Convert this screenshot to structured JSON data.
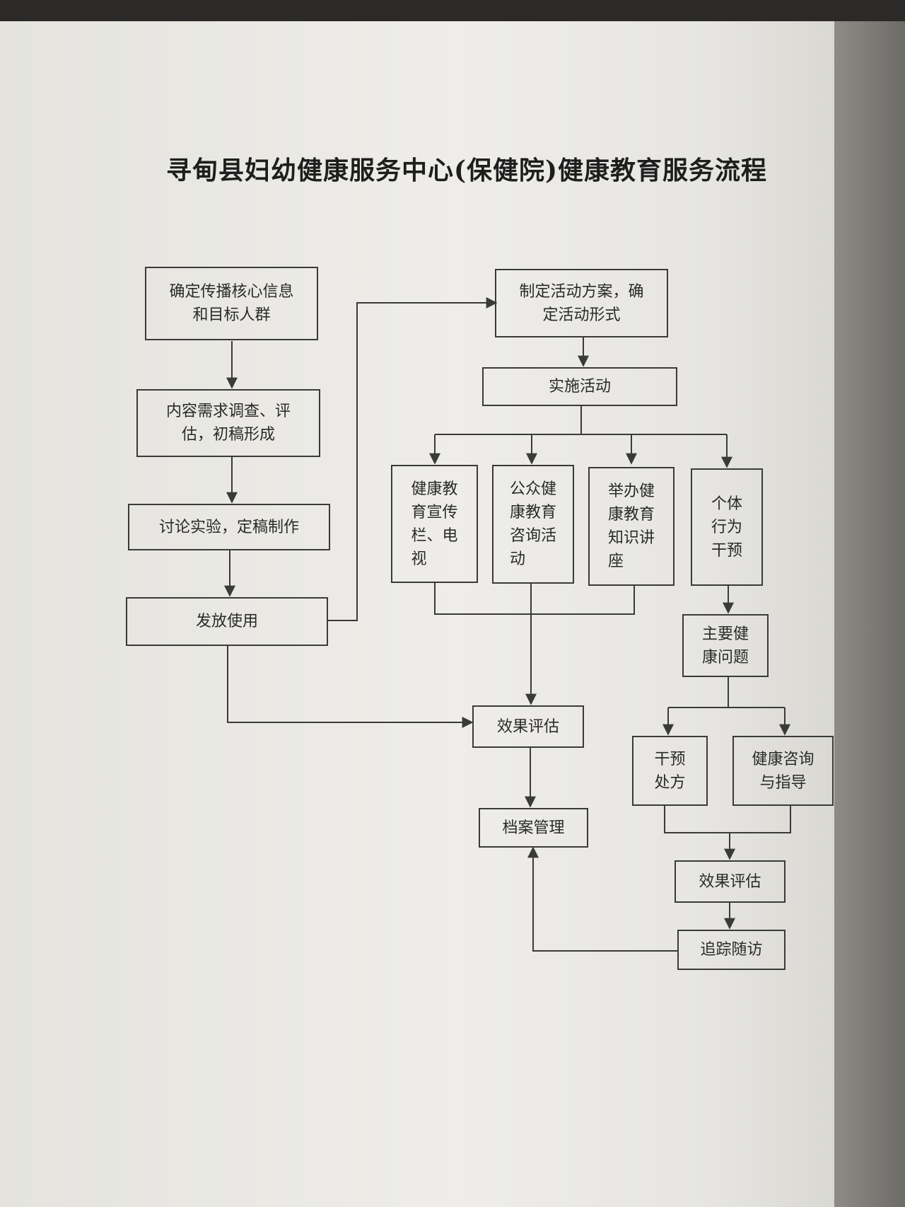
{
  "title": "寻甸县妇幼健康服务中心(保健院)健康教育服务流程",
  "nodes": {
    "core_info": "确定传播核心信息\n和目标人群",
    "needs_survey": "内容需求调查、评\n估，初稿形成",
    "discuss": "讨论实验，定稿制作",
    "distribute": "发放使用",
    "plan": "制定活动方案，确\n定活动形式",
    "implement": "实施活动",
    "column_tv": "健康教\n育宣传\n栏、电\n视",
    "consult_activity": "公众健\n康教育\n咨询活\n动",
    "lecture": "举办健\n康教育\n知识讲\n座",
    "individual": "个体\n行为\n干预",
    "main_problems": "主要健\n康问题",
    "effect_eval_1": "效果评估",
    "archive": "档案管理",
    "prescription": "干预\n处方",
    "consult_guide": "健康咨询\n与指导",
    "effect_eval_2": "效果评估",
    "follow_up": "追踪随访"
  }
}
